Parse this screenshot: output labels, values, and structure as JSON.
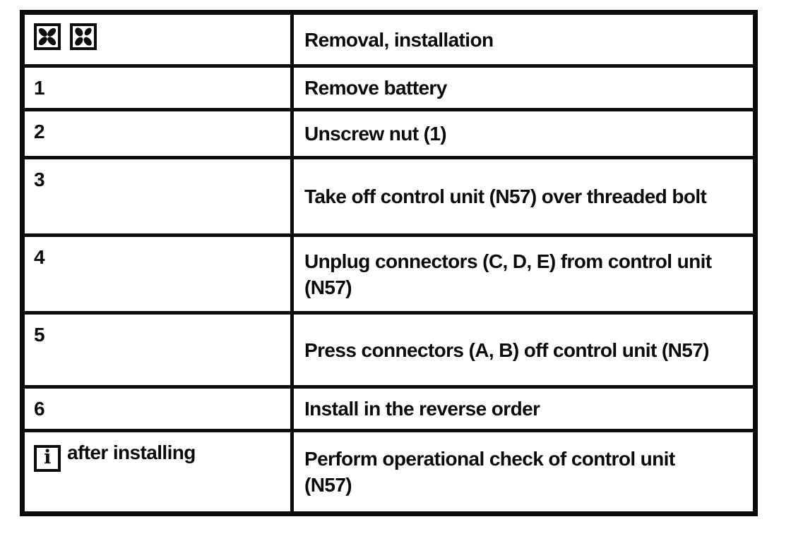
{
  "page": {
    "kind": "scanned service-manual procedure table",
    "colors": {
      "paper": "#ffffff",
      "ink": "#0b0b0b"
    }
  },
  "table": {
    "header": {
      "title": "Removal, installation",
      "symbols": [
        {
          "name": "removal-symbol-icon",
          "shape": "square with four petal marks"
        },
        {
          "name": "installation-symbol-icon",
          "shape": "square with four petal marks"
        }
      ]
    },
    "info_icon_glyph": "i",
    "rows": [
      {
        "step": "1",
        "instruction": "Remove battery"
      },
      {
        "step": "2",
        "instruction": "Unscrew nut (1)"
      },
      {
        "step": "3",
        "instruction": "Take off control unit (N57) over threaded bolt"
      },
      {
        "step": "4",
        "instruction": "Unplug connectors (C, D, E) from control unit (N57)"
      },
      {
        "step": "5",
        "instruction": "Press connectors (A, B) off control unit (N57)"
      },
      {
        "step": "6",
        "instruction": "Install in the reverse order"
      },
      {
        "icon": "info-icon",
        "step_label": "after installing",
        "instruction": "Perform operational check of control unit (N57)"
      }
    ]
  }
}
